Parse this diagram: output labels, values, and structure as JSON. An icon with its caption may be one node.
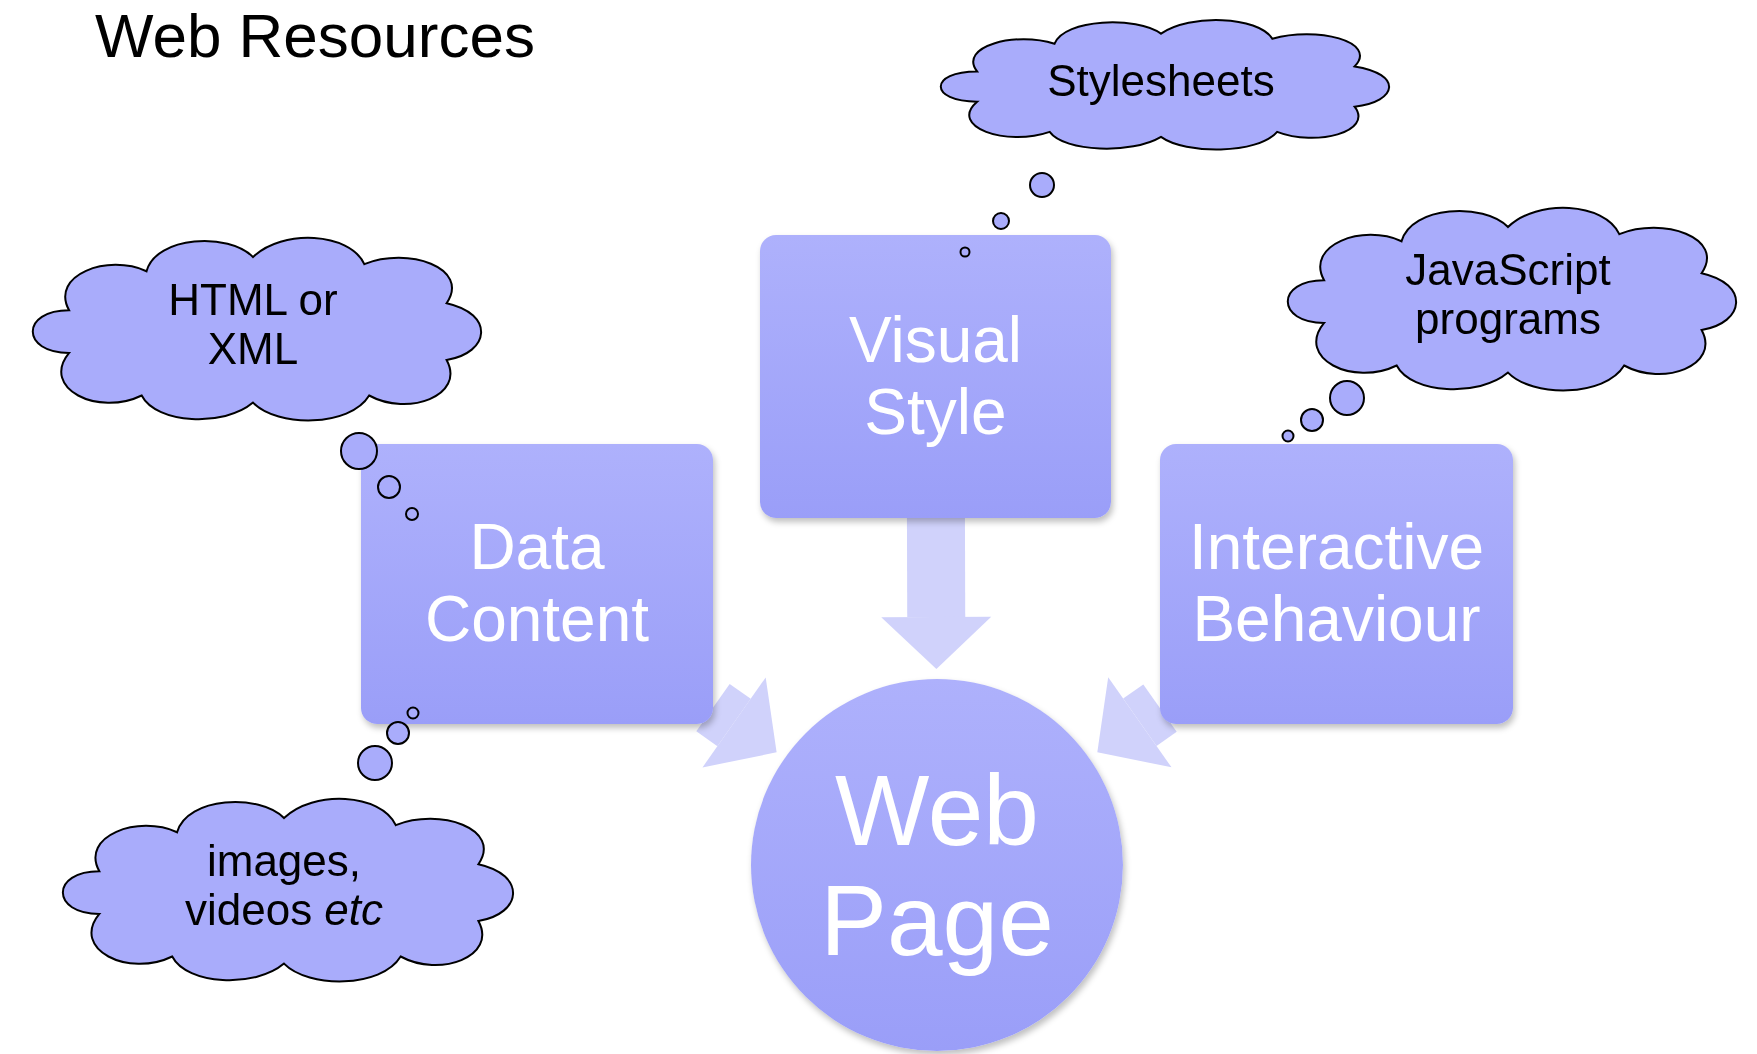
{
  "diagram": {
    "title": "Web Resources",
    "nodes": [
      {
        "text": [
          "HTML or XML"
        ]
      },
      {
        "text": [
          "Stylesheets"
        ]
      },
      {
        "text": [
          "JavaScript programs"
        ]
      },
      {
        "text": [
          "Data Content"
        ]
      },
      {
        "text": [
          "Visual Style"
        ]
      },
      {
        "text": [
          "Interactive Behaviour"
        ]
      },
      {
        "text": [
          "images, videos *etc*"
        ]
      },
      {
        "text": [
          "Web Page"
        ]
      }
    ],
    "edges": [
      {
        "from": 3,
        "to": 7,
        "arrow": "to"
      },
      {
        "from": 4,
        "to": 7,
        "arrow": "to"
      },
      {
        "from": 5,
        "to": 7,
        "arrow": "to"
      }
    ]
  }
}
